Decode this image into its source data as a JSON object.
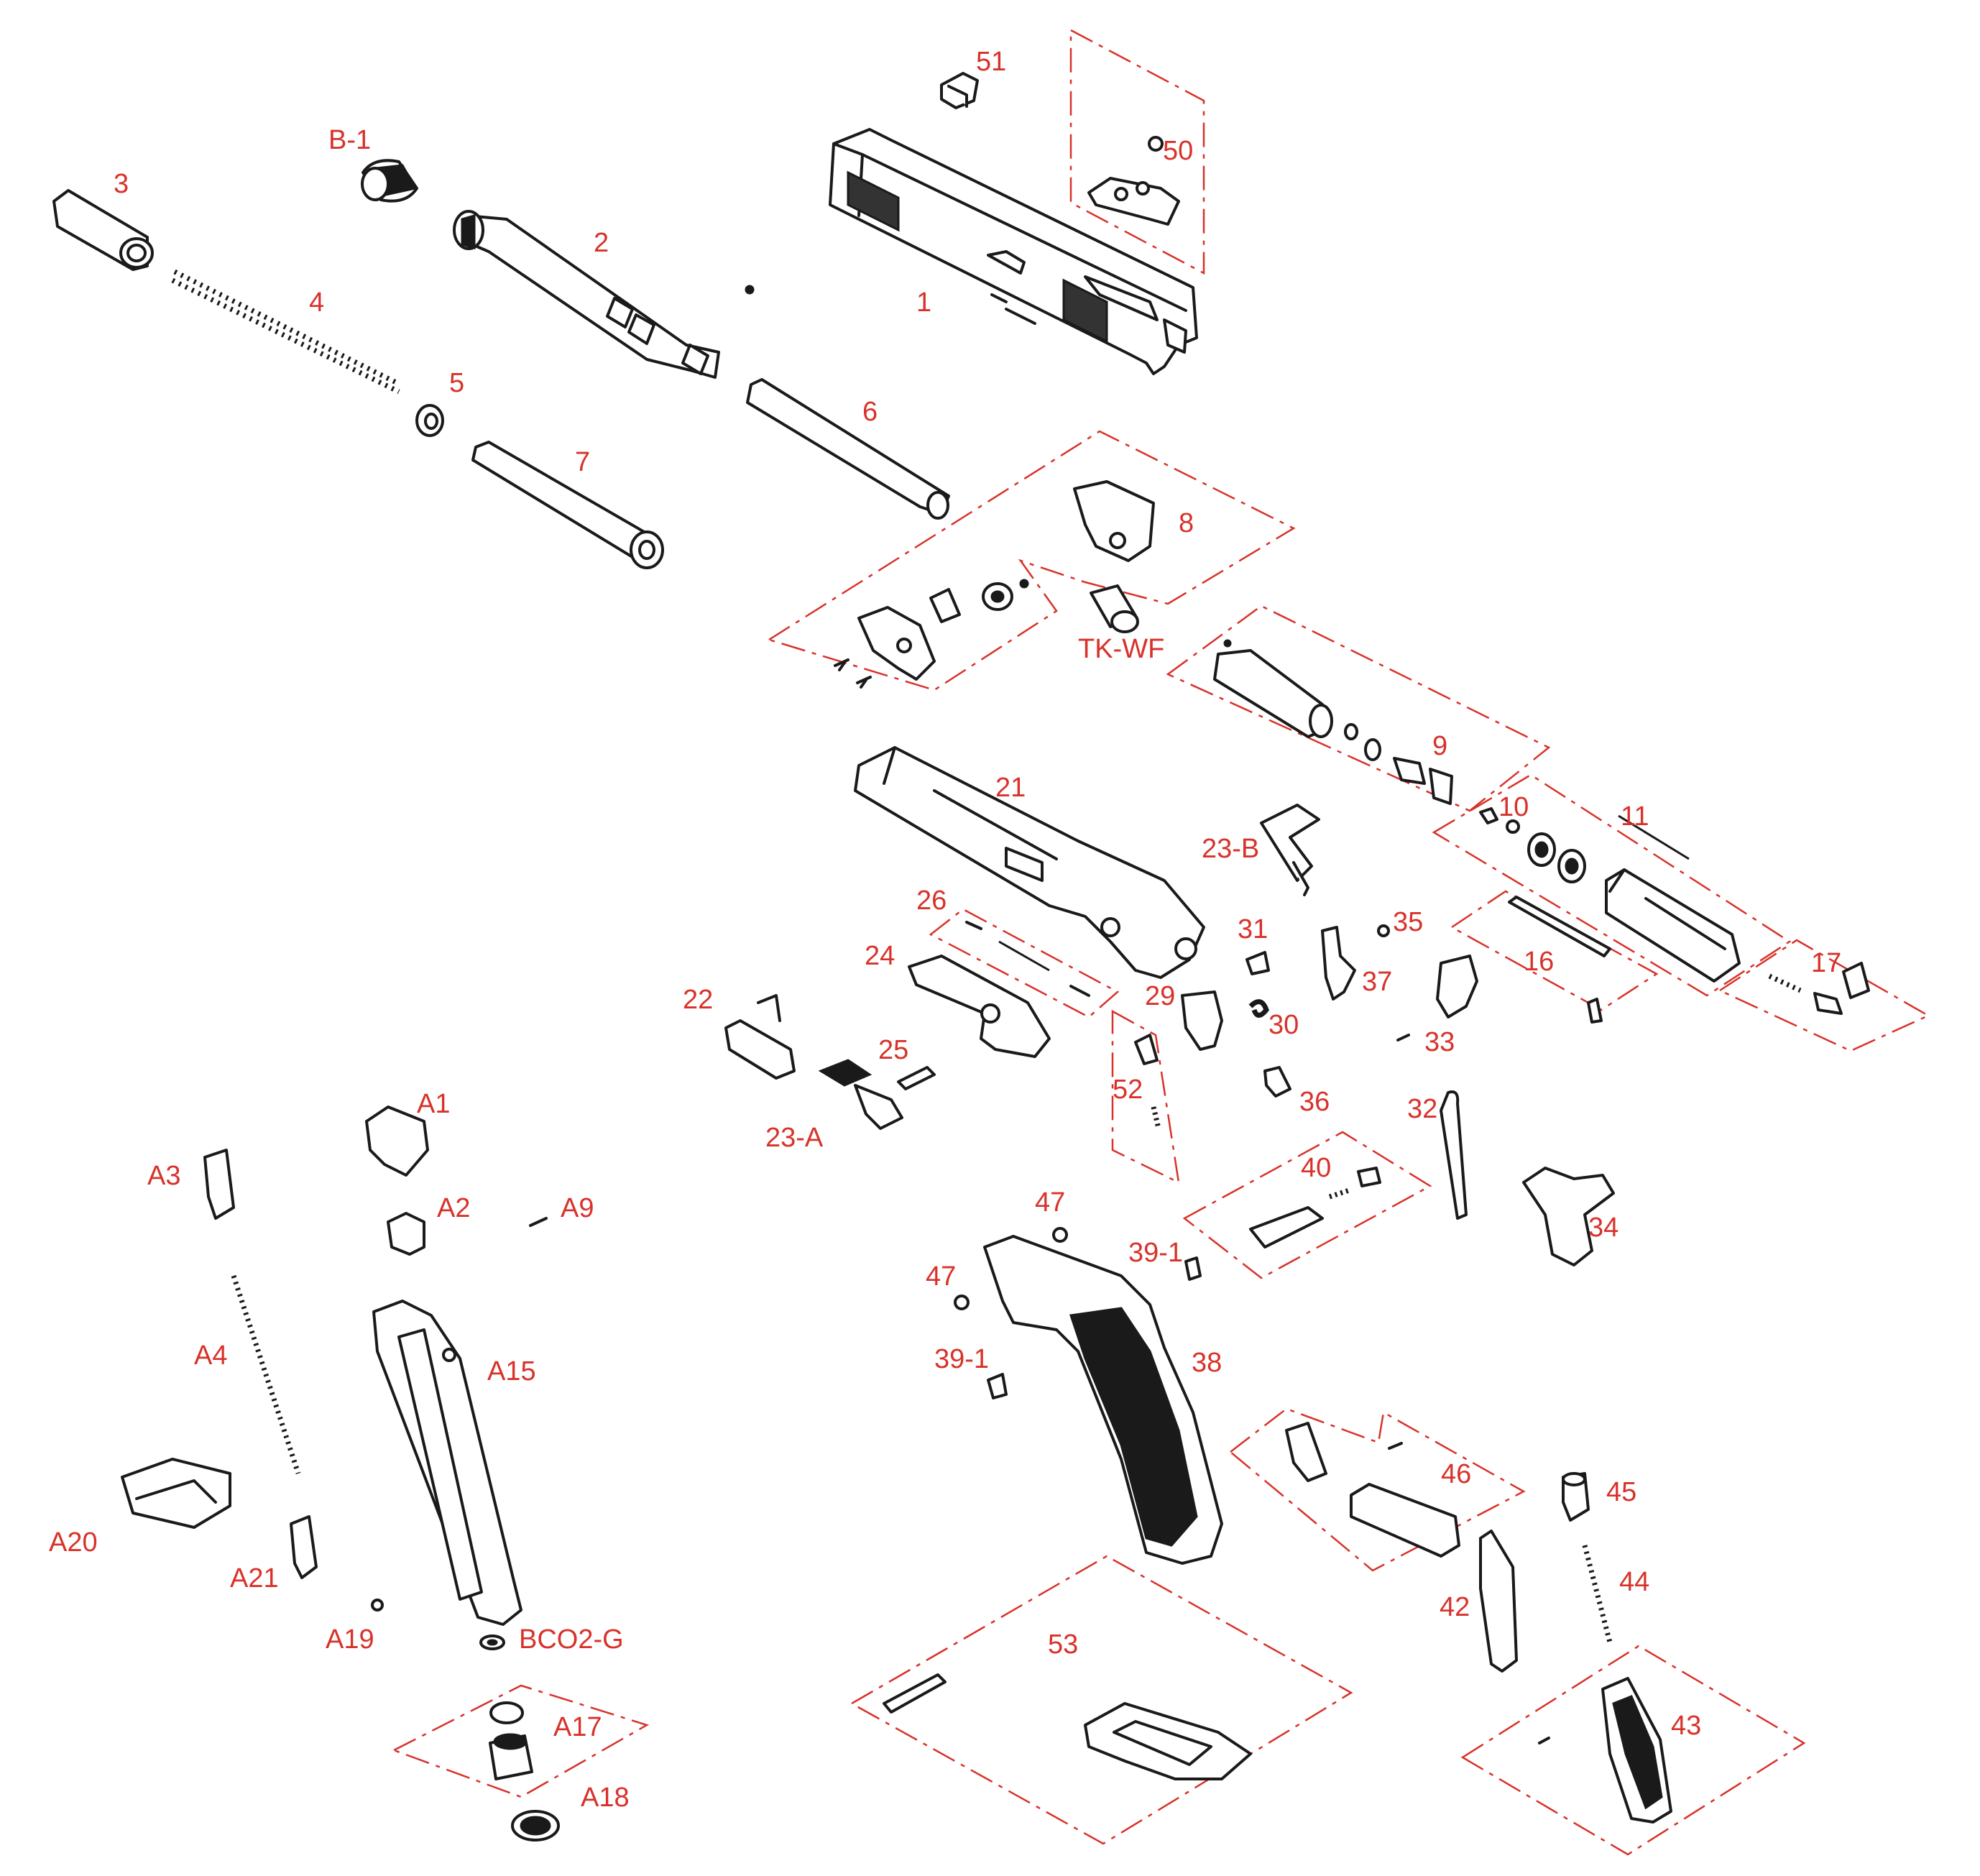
{
  "title": "Exploded parts diagram",
  "colors": {
    "label": "#d8322a",
    "line": "#1a1a1a",
    "background": "#ffffff"
  },
  "labels": {
    "p1": "1",
    "p2": "2",
    "p3": "3",
    "p4": "4",
    "p5": "5",
    "p6": "6",
    "p7": "7",
    "p8": "8",
    "p9": "9",
    "p10": "10",
    "p11": "11",
    "p16": "16",
    "p17": "17",
    "p21": "21",
    "p22": "22",
    "p23a": "23-A",
    "p23b": "23-B",
    "p24": "24",
    "p25": "25",
    "p26": "26",
    "p29": "29",
    "p30": "30",
    "p31": "31",
    "p32": "32",
    "p33": "33",
    "p34": "34",
    "p35": "35",
    "p36": "36",
    "p37": "37",
    "p38": "38",
    "p39_1a": "39-1",
    "p39_1b": "39-1",
    "p40": "40",
    "p42": "42",
    "p43": "43",
    "p44": "44",
    "p45": "45",
    "p46": "46",
    "p47a": "47",
    "p47b": "47",
    "p50": "50",
    "p51": "51",
    "p52": "52",
    "p53": "53",
    "b1": "B-1",
    "tkwf": "TK-WF",
    "a1": "A1",
    "a2": "A2",
    "a3": "A3",
    "a4": "A4",
    "a9": "A9",
    "a15": "A15",
    "a17": "A17",
    "a18": "A18",
    "a19": "A19",
    "a20": "A20",
    "a21": "A21",
    "bco2g": "BCO2-G"
  }
}
